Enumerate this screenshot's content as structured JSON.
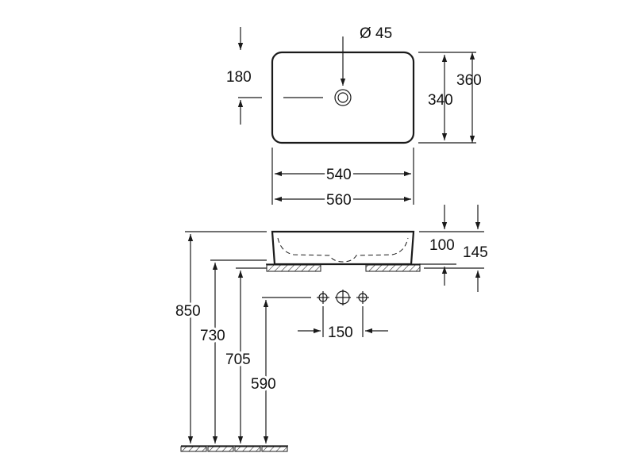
{
  "drawing": {
    "diameter_label": "Ø 45",
    "dim_180": "180",
    "dim_360": "360",
    "dim_340": "340",
    "dim_540": "540",
    "dim_560": "560",
    "dim_100": "100",
    "dim_145": "145",
    "dim_850": "850",
    "dim_730": "730",
    "dim_705": "705",
    "dim_590": "590",
    "dim_150": "150"
  }
}
